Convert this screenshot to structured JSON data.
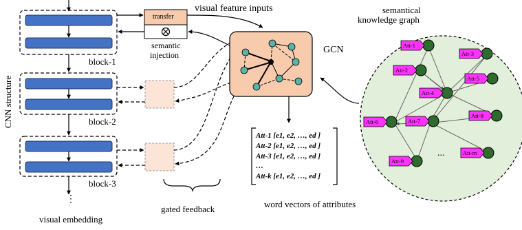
{
  "labels": {
    "cnn_structure": "CNN structure",
    "block_1": "block-1",
    "block_2": "block-2",
    "block_3": "block-3",
    "visual_embedding": "visual embedding",
    "transfer": "transfer",
    "semantic_injection": "semantic\ninjection",
    "semantic_injection_line1": "semantic",
    "semantic_injection_line2": "injection",
    "visual_feature_inputs": "visual feature inputs",
    "gcn": "GCN",
    "semantical_knowledge_graph_line1": "semantical",
    "semantical_knowledge_graph_line2": "knowledge graph",
    "gated_feedback": "gated feedback",
    "word_vectors_caption": "word vectors of attributes",
    "ellipsis_vertical": "⋮",
    "graph_ellipsis": "..."
  },
  "word_vectors": [
    {
      "att": "Att-1",
      "vec": "[e1, e2, …, ed ]"
    },
    {
      "att": "Att-2",
      "vec": "[e1, e2, …, ed ]"
    },
    {
      "att": "Att-3",
      "vec": "[e1, e2, …, ed ]"
    },
    {
      "att": "…",
      "vec": ""
    },
    {
      "att": "Att-k",
      "vec": "[e1, e2, …, ed ]"
    }
  ],
  "graph_nodes": [
    "Att-1",
    "Att-3",
    "Att-2",
    "Att-5",
    "Att-4",
    "Att-8",
    "Att-6",
    "Att-7",
    "Att-m",
    "Att-9"
  ],
  "colors": {
    "block_fill": "#4472c4",
    "gcn_fill": "#f8cbad",
    "gate_fill": "#fce4d6",
    "graph_bg": "#e2efda",
    "node_fill": "#2e6b2e",
    "tag_fill": "#ff33ff",
    "gcn_node_fill": "#5bb3a8",
    "transfer_fill": "#f8cbad"
  }
}
